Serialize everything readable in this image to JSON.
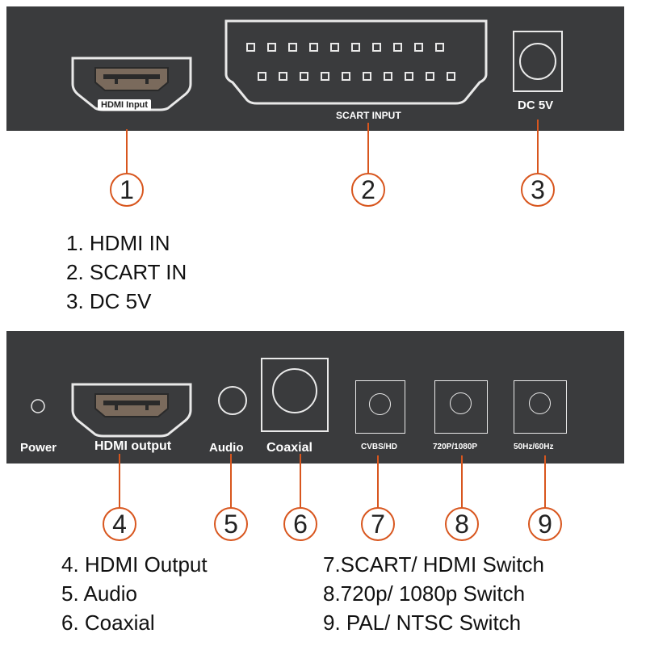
{
  "top_panel": {
    "hdmi_input_tag": "HDMI Input",
    "scart_label": "SCART INPUT",
    "dc_label": "DC 5V"
  },
  "bottom_panel": {
    "power_label": "Power",
    "hdmi_output_label": "HDMI output",
    "audio_label": "Audio",
    "coaxial_label": "Coaxial",
    "cvbs_label": "CVBS/HD",
    "res_label": "720P/1080P",
    "hz_label": "50Hz/60Hz"
  },
  "callouts": [
    "1",
    "2",
    "3",
    "4",
    "5",
    "6",
    "7",
    "8",
    "9"
  ],
  "legend_top": [
    "1. HDMI IN",
    "2. SCART IN",
    "3. DC 5V"
  ],
  "legend_bottom_left": [
    "4. HDMI Output",
    "5. Audio",
    "6. Coaxial"
  ],
  "legend_bottom_right": [
    "7.SCART/ HDMI Switch",
    "8.720p/ 1080p Switch",
    "9. PAL/ NTSC Switch"
  ],
  "colors": {
    "panel": "#3a3b3d",
    "leader": "#d8561e",
    "port_outline": "#e9e9e9"
  }
}
